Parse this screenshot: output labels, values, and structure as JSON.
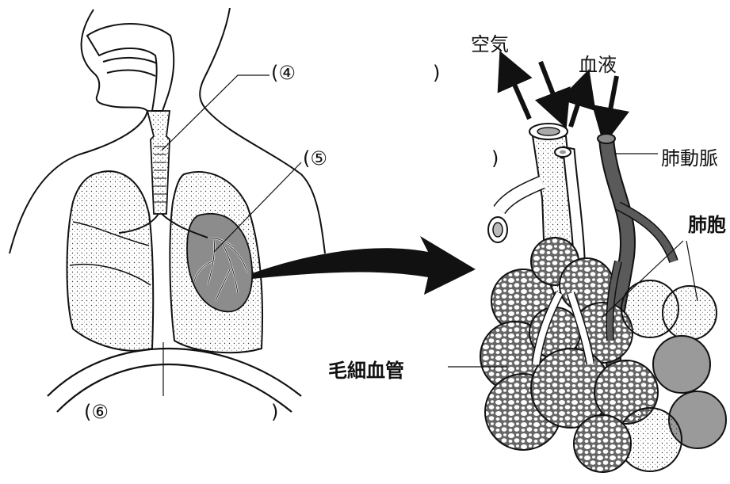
{
  "labels": {
    "blank4_open": "(④",
    "blank4_close": ")",
    "blank5_open": "(⑤",
    "blank5_close": ")",
    "blank6_open": "(⑥",
    "blank6_close": ")",
    "air": "空気",
    "blood": "血液",
    "pulmonary_artery": "肺動脈",
    "alveoli": "肺胞",
    "capillaries": "毛細血管"
  },
  "colors": {
    "line": "#111111",
    "vessel_dark": "#555555",
    "lung_fill": "#f4f4f4",
    "lung_shade": "#8c8c8c",
    "capillary_net": "#6e6e6e",
    "alveolus_shaded": "#9a9a9a"
  }
}
